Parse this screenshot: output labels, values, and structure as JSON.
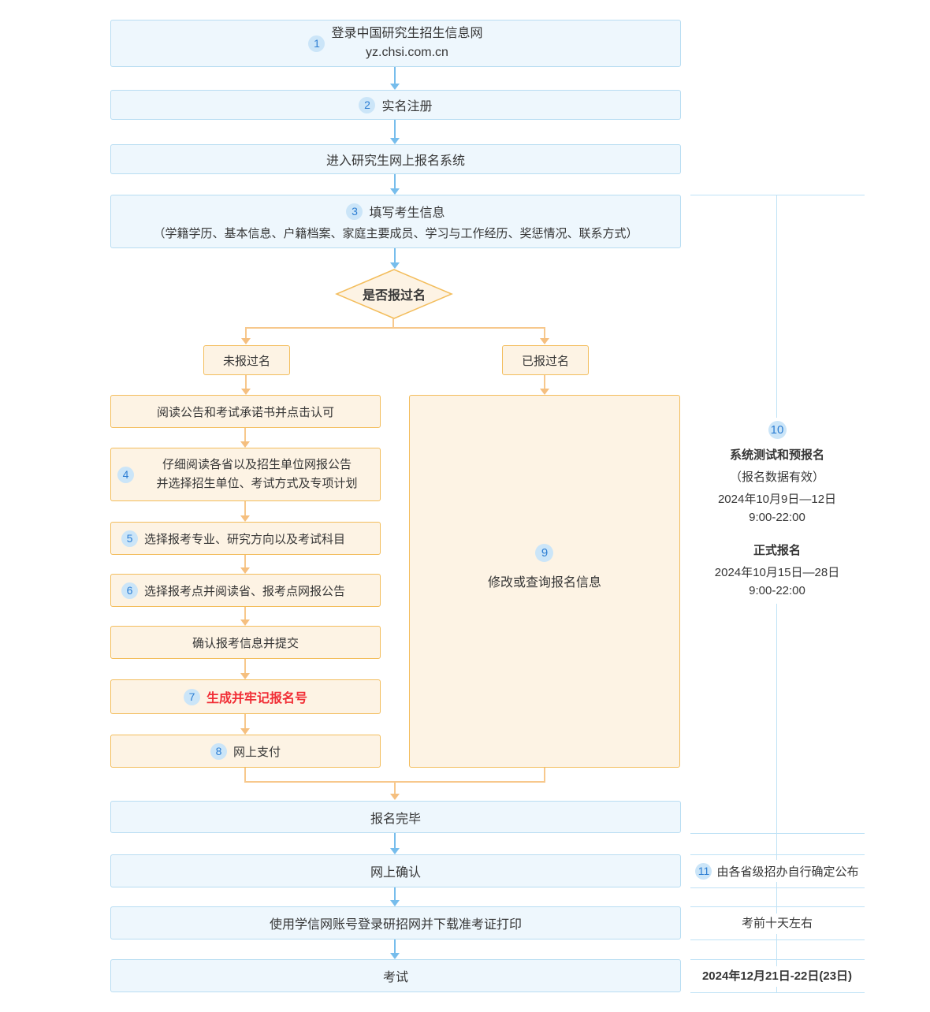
{
  "flow": {
    "step1": {
      "badge": "1",
      "line1": "登录中国研究生招生信息网",
      "line2": "yz.chsi.com.cn"
    },
    "step2": {
      "badge": "2",
      "label": "实名注册"
    },
    "enter_system": {
      "label": "进入研究生网上报名系统"
    },
    "step3": {
      "badge": "3",
      "title": "填写考生信息",
      "subtitle": "（学籍学历、基本信息、户籍档案、家庭主要成员、学习与工作经历、奖惩情况、联系方式）"
    },
    "decision": {
      "label": "是否报过名"
    },
    "branch_no": {
      "label": "未报过名"
    },
    "branch_yes": {
      "label": "已报过名"
    },
    "read_notice": {
      "label": "阅读公告和考试承诺书并点击认可"
    },
    "step4": {
      "badge": "4",
      "line1": "仔细阅读各省以及招生单位网报公告",
      "line2": "并选择招生单位、考试方式及专项计划"
    },
    "step5": {
      "badge": "5",
      "label": "选择报考专业、研究方向以及考试科目"
    },
    "step6": {
      "badge": "6",
      "label": "选择报考点并阅读省、报考点网报公告"
    },
    "confirm_submit": {
      "label": "确认报考信息并提交"
    },
    "step7": {
      "badge": "7",
      "label": "生成并牢记报名号"
    },
    "step8": {
      "badge": "8",
      "label": "网上支付"
    },
    "step9": {
      "badge": "9",
      "label": "修改或查询报名信息"
    },
    "finish": {
      "label": "报名完毕"
    },
    "online_confirm": {
      "label": "网上确认"
    },
    "download_print": {
      "label": "使用学信网账号登录研招网并下载准考证打印"
    },
    "exam": {
      "label": "考试"
    }
  },
  "timeline": {
    "step10": {
      "badge": "10",
      "title1": "系统测试和预报名",
      "note1": "（报名数据有效）",
      "date1": "2024年10月9日—12日",
      "time1": "9:00-22:00",
      "title2": "正式报名",
      "date2": "2024年10月15日—28日",
      "time2": "9:00-22:00"
    },
    "step11": {
      "badge": "11",
      "label": "由各省级招办自行确定公布"
    },
    "before_exam": {
      "label": "考前十天左右"
    },
    "exam_date": {
      "label": "2024年12月21日-22日(23日)"
    }
  },
  "colors": {
    "blue_box_bg": "#eef7fd",
    "blue_box_border": "#b8ddf2",
    "blue_arrow": "#77bdec",
    "orange_box_bg": "#fdf3e4",
    "orange_box_border": "#f3bd5c",
    "orange_connector": "#f7c88c",
    "badge_bg": "#cbe5f8",
    "badge_text": "#2d7ed3",
    "text": "#363636",
    "highlight_red": "#f12d35",
    "timeline_line": "#bfe2f6"
  }
}
